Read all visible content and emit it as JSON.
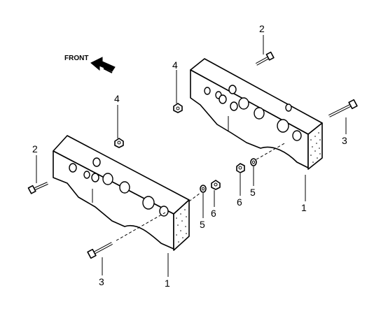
{
  "diagram": {
    "direction_label": "FRONT",
    "callouts": {
      "weight_left": "1",
      "weight_right": "1",
      "bolt_long_left": "3",
      "bolt_long_right": "3",
      "bolt_short_left": "2",
      "bolt_short_right": "2",
      "nut_top_left": "4",
      "nut_top_right": "4",
      "washer_left": "5",
      "washer_right": "5",
      "nut_side_left": "6",
      "nut_side_right": "6"
    }
  }
}
